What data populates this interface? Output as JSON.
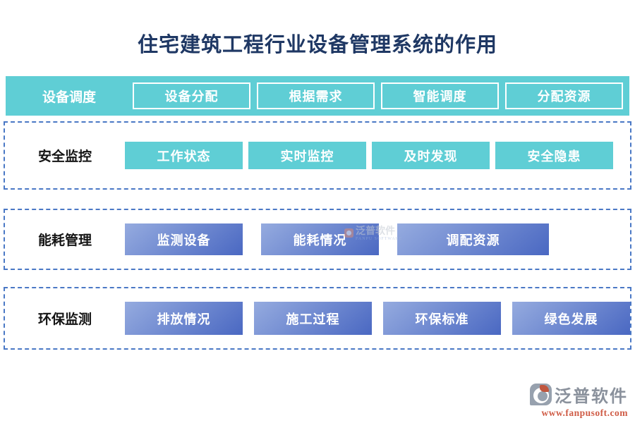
{
  "title": "住宅建筑工程行业设备管理系统的作用",
  "rows": [
    {
      "label": "设备调度",
      "buttons": [
        "设备分配",
        "根据需求",
        "智能调度",
        "分配资源"
      ]
    },
    {
      "label": "安全监控",
      "buttons": [
        "工作状态",
        "实时监控",
        "及时发现",
        "安全隐患"
      ]
    },
    {
      "label": "能耗管理",
      "buttons": [
        "监测设备",
        "能耗情况",
        "调配资源"
      ]
    },
    {
      "label": "环保监测",
      "buttons": [
        "排放情况",
        "施工过程",
        "环保标准",
        "绿色发展"
      ]
    }
  ],
  "watermark": {
    "text": "泛普软件",
    "subtext": "FANPU SOFTWARE"
  },
  "footer": {
    "brand": "泛普软件",
    "url": "www.fanpusoft.com"
  },
  "colors": {
    "teal": "#5fced5",
    "dash_border": "#4a78c5",
    "title_text": "#1f3864",
    "grad_start": "#95abdf",
    "grad_end": "#4a68c2",
    "brand_gray": "#8a919c",
    "url_orange": "#cf5b45",
    "label_dark": "#141414",
    "chip_text": "#ffffff"
  }
}
